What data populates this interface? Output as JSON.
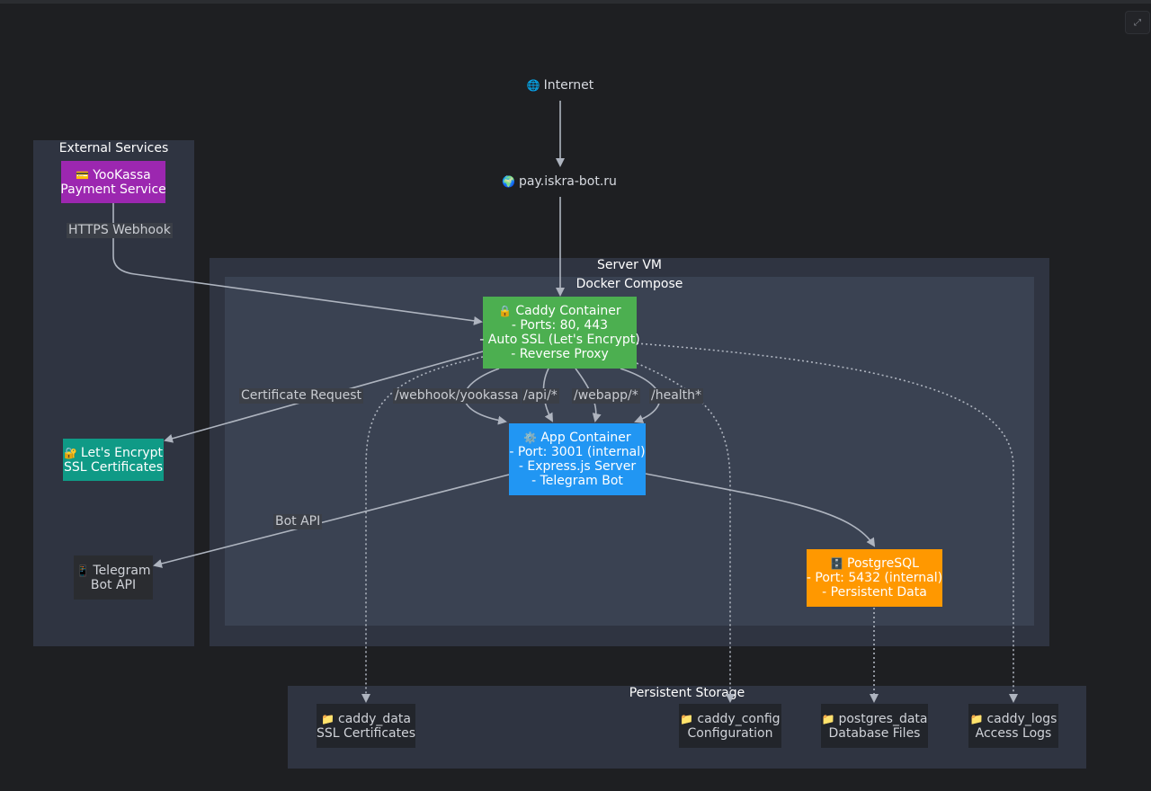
{
  "corner_button": "⤢",
  "clusters": {
    "external": "External Services",
    "server_vm": "Server VM",
    "docker_compose": "Docker Compose",
    "persistent_storage": "Persistent Storage"
  },
  "nodes": {
    "internet": {
      "icon": "🌐",
      "lines": [
        "Internet"
      ]
    },
    "domain": {
      "icon": "🌍",
      "lines": [
        "pay.iskra-bot.ru"
      ]
    },
    "yookassa": {
      "icon": "💳",
      "lines": [
        "YooKassa",
        "Payment Service"
      ]
    },
    "letsencrypt": {
      "icon": "🔐",
      "lines": [
        "Let's Encrypt",
        "SSL Certificates"
      ]
    },
    "telegram": {
      "icon": "📱",
      "lines": [
        "Telegram",
        "Bot API"
      ]
    },
    "caddy": {
      "icon": "🔒",
      "lines": [
        "Caddy Container",
        "- Ports: 80, 443",
        "- Auto SSL (Let's Encrypt)",
        "- Reverse Proxy"
      ]
    },
    "app": {
      "icon": "⚙️",
      "lines": [
        "App Container",
        "- Port: 3001 (internal)",
        "- Express.js Server",
        "- Telegram Bot"
      ]
    },
    "postgres": {
      "icon": "🗄️",
      "lines": [
        "PostgreSQL",
        "- Port: 5432 (internal)",
        "- Persistent Data"
      ]
    },
    "caddy_data": {
      "icon": "📁",
      "lines": [
        "caddy_data",
        "SSL Certificates"
      ]
    },
    "caddy_config": {
      "icon": "📁",
      "lines": [
        "caddy_config",
        "Configuration"
      ]
    },
    "postgres_data": {
      "icon": "📁",
      "lines": [
        "postgres_data",
        "Database Files"
      ]
    },
    "caddy_logs": {
      "icon": "📁",
      "lines": [
        "caddy_logs",
        "Access Logs"
      ]
    }
  },
  "edge_labels": {
    "https_webhook": "HTTPS Webhook",
    "certificate_request": "Certificate Request",
    "webhook_yookassa": "/webhook/yookassa",
    "api": "/api/*",
    "webapp": "/webapp/*",
    "health": "/health*",
    "bot_api": "Bot API"
  },
  "colors": {
    "background": "#1e1f22",
    "cluster": "#2f3441",
    "docker_cluster": "#3a4252",
    "edge": "#aeb4bf",
    "yookassa": "#9c27b0",
    "letsencrypt": "#0f9a86",
    "caddy": "#4caf50",
    "app": "#2196f3",
    "postgres": "#ff9800"
  }
}
